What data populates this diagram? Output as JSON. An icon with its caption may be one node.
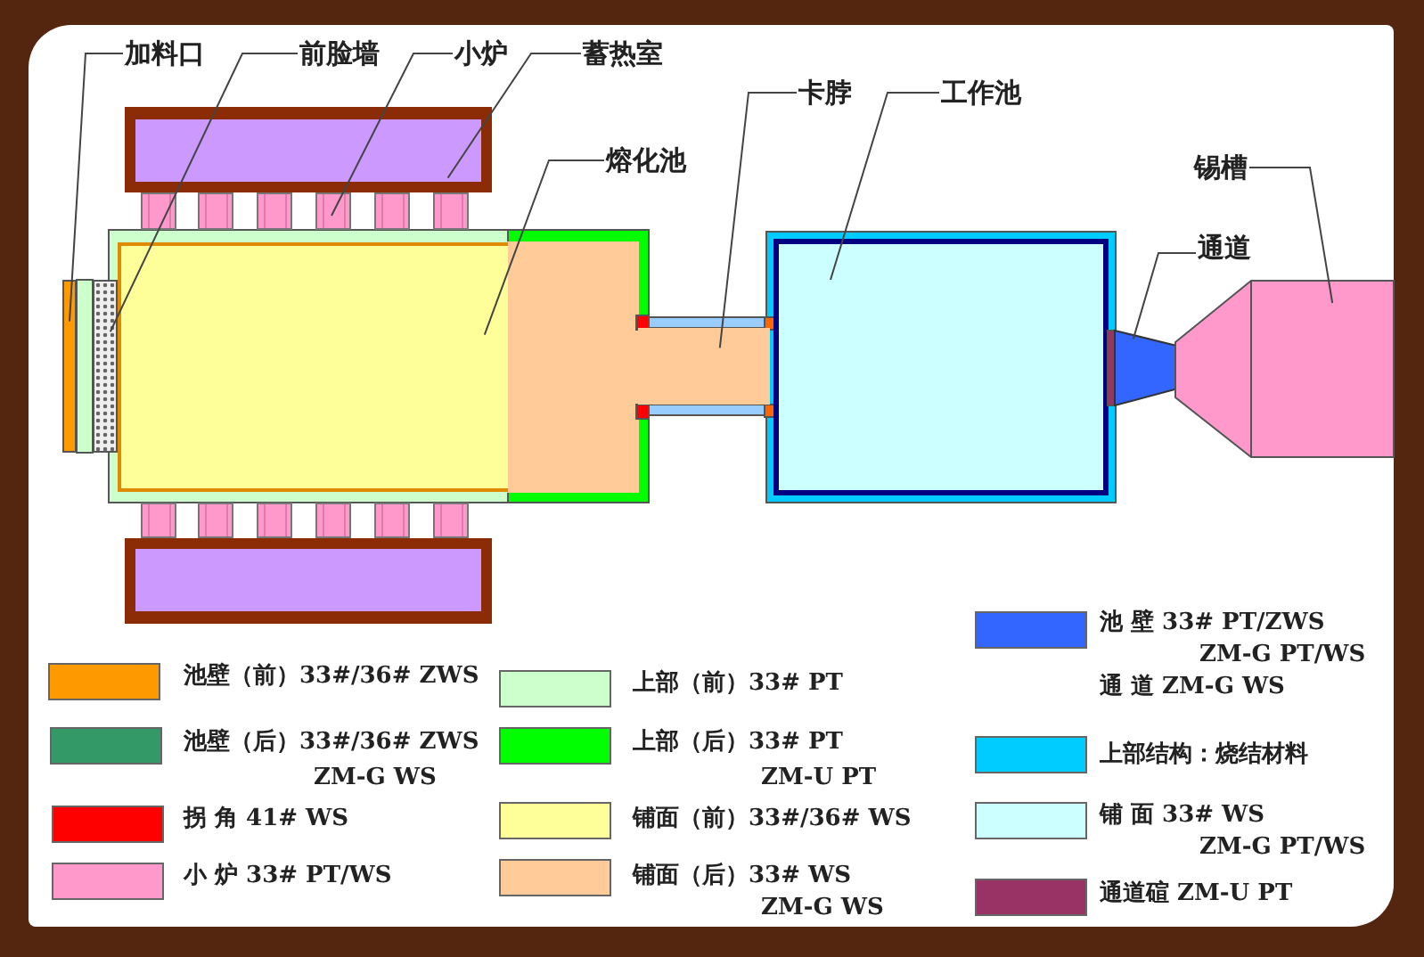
{
  "diagram": {
    "nodes": [
      {
        "text": [
          "加料口"
        ]
      },
      {
        "text": [
          "前脸墙"
        ]
      },
      {
        "text": [
          "小炉"
        ]
      },
      {
        "text": [
          "蓄热室"
        ]
      },
      {
        "text": [
          "熔化池"
        ]
      },
      {
        "text": [
          "卡脖"
        ]
      },
      {
        "text": [
          "工作池"
        ]
      },
      {
        "text": [
          "锡槽"
        ]
      },
      {
        "text": [
          "通道"
        ]
      },
      {
        "text": [],
        "shape": "box"
      },
      {
        "text": [],
        "shape": "box"
      },
      {
        "text": [],
        "shape": "box"
      },
      {
        "text": [],
        "shape": "bar"
      },
      {
        "text": [],
        "shape": "bar"
      },
      {
        "text": [],
        "shape": "bar"
      },
      {
        "text": [],
        "shape": "bar"
      },
      {
        "text": [],
        "shape": "bar"
      },
      {
        "text": [],
        "shape": "bar"
      },
      {
        "text": [],
        "shape": "bar"
      },
      {
        "text": [],
        "shape": "bar"
      },
      {
        "text": [],
        "shape": "bar"
      },
      {
        "text": [],
        "shape": "bar"
      },
      {
        "text": [],
        "shape": "bar"
      },
      {
        "text": [],
        "shape": "bar"
      },
      {
        "text": [],
        "shape": "box"
      },
      {
        "text": [],
        "shape": "box"
      },
      {
        "text": [],
        "shape": "box"
      },
      {
        "text": [],
        "shape": "box"
      },
      {
        "text": [],
        "shape": "box"
      },
      {
        "text": [],
        "shape": "box"
      }
    ],
    "edges": [
      {
        "from": 0,
        "to": 9,
        "arrow": "none"
      },
      {
        "from": 1,
        "to": 10,
        "arrow": "none"
      },
      {
        "from": 2,
        "to": 15,
        "arrow": "none"
      },
      {
        "from": 3,
        "to": 11,
        "arrow": "none"
      },
      {
        "from": 4,
        "to": 25,
        "arrow": "none"
      },
      {
        "from": 5,
        "to": 26,
        "arrow": "none"
      },
      {
        "from": 6,
        "to": 27,
        "arrow": "none"
      },
      {
        "from": 7,
        "to": 29,
        "arrow": "none"
      },
      {
        "from": 8,
        "to": 28,
        "arrow": "none"
      }
    ],
    "labels": [
      "ZM-G WS",
      "ZM-U PT",
      "ZM-G WS",
      "ZM-G PT/WS",
      "通 道 ZM-G WS",
      "ZM-G PT/WS"
    ],
    "legend": [
      {
        "text": "池壁（前）33#/36# ZWS",
        "color": "#ff9900"
      },
      {
        "text": "池壁（后）33#/36# ZWS",
        "color": "#339966"
      },
      {
        "text": "拐 角 41# WS",
        "color": "#ff0000"
      },
      {
        "text": "小 炉 33# PT/WS",
        "color": "#ff99cc"
      },
      {
        "text": "上部（前）33# PT",
        "color": "#ccffcc"
      },
      {
        "text": "上部（后）33# PT",
        "color": "#00ff00"
      },
      {
        "text": "铺面（前）33#/36# WS",
        "color": "#ffff99"
      },
      {
        "text": "铺面（后）33# WS",
        "color": "#ffcc99"
      },
      {
        "text": "池 壁 33# PT/ZWS",
        "color": "#3366ff"
      },
      {
        "text": "上部结构：烧结材料",
        "color": "#00ccff"
      },
      {
        "text": "铺 面 33# WS",
        "color": "#ccffff"
      },
      {
        "text": "通道碹 ZM-U PT",
        "color": "#993366"
      }
    ]
  }
}
